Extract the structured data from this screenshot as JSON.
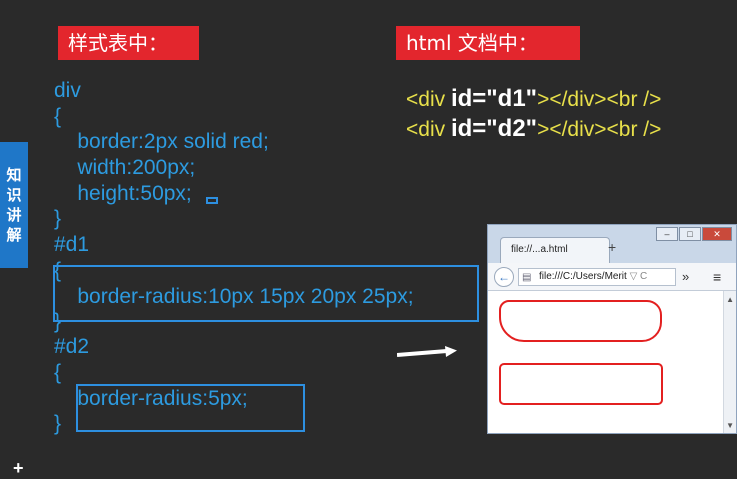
{
  "labels": {
    "css": "样式表中：",
    "html": "html 文档中："
  },
  "side_tab": [
    "知",
    "识",
    "讲",
    "解"
  ],
  "css_code": [
    "div",
    "{",
    "    border:2px solid red;",
    "    width:200px;",
    "    height:50px;",
    "}",
    "#d1",
    "{",
    "    border-radius:10px 15px 20px 25px;",
    "}",
    "#d2",
    "{",
    "    border-radius:5px;",
    "}"
  ],
  "html_code": [
    {
      "open": "<div ",
      "attr": "id=\"d1\"",
      "close": "></div><br />"
    },
    {
      "open": "<div ",
      "attr": "id=\"d2\"",
      "close": "></div><br />"
    }
  ],
  "browser": {
    "tab_title": "file://...a.html",
    "new_tab": "+",
    "url": "file:///C:/Users/Merit",
    "url_suffix": "▽ C",
    "more": "»",
    "menu": "≡",
    "win_min": "–",
    "win_max": "□",
    "win_close": "✕",
    "back": "←"
  },
  "colors": {
    "background": "#2a2a2a",
    "label_red": "#e3262d",
    "code_blue": "#2d9be0",
    "html_yellow": "#e8e04a",
    "side_blue": "#1f77c8"
  },
  "plus": "+"
}
